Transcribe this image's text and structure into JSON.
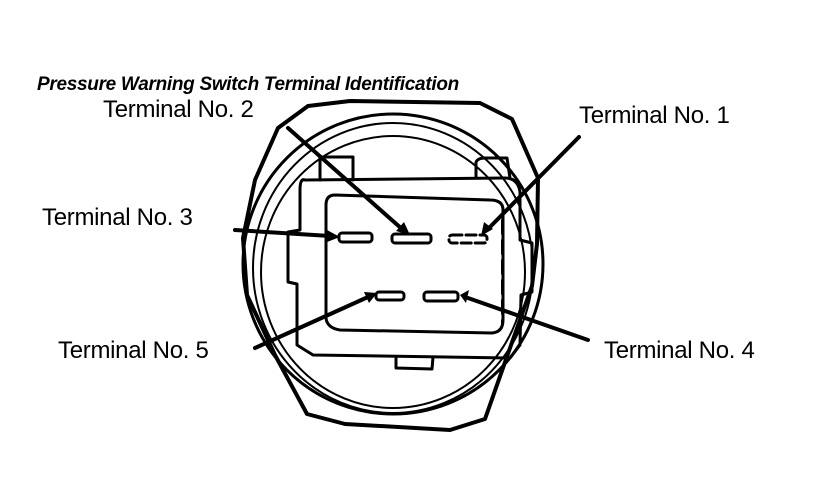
{
  "title": "Pressure Warning Switch Terminal Identification",
  "labels": {
    "t1": "Terminal No. 1",
    "t2": "Terminal No. 2",
    "t3": "Terminal No. 3",
    "t4": "Terminal No. 4",
    "t5": "Terminal No. 5"
  },
  "colors": {
    "ink": "#000000",
    "background": "#ffffff"
  }
}
